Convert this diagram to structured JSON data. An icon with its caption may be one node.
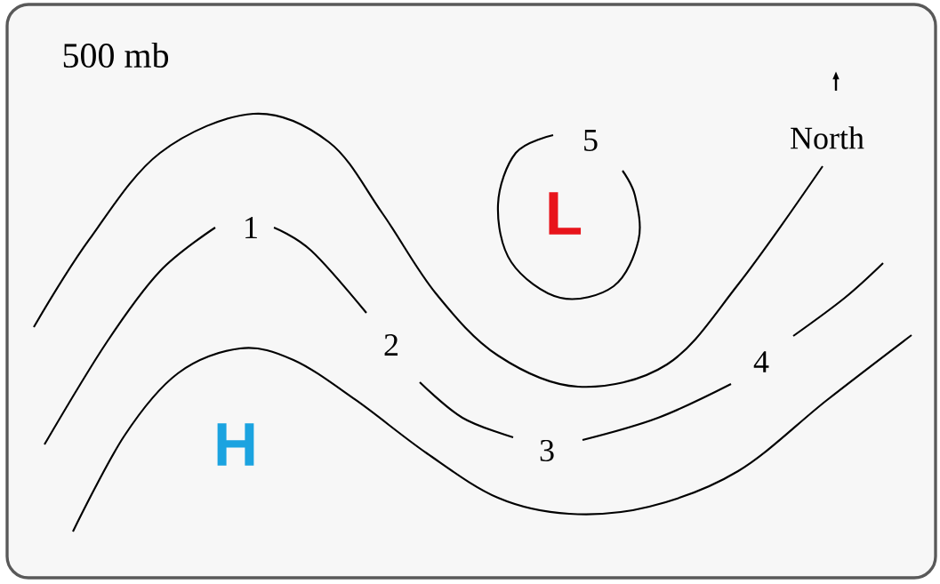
{
  "diagram": {
    "labels": [
      "500 mb",
      "North",
      "5",
      "L",
      "1",
      "2",
      "4",
      "H",
      "3"
    ]
  }
}
